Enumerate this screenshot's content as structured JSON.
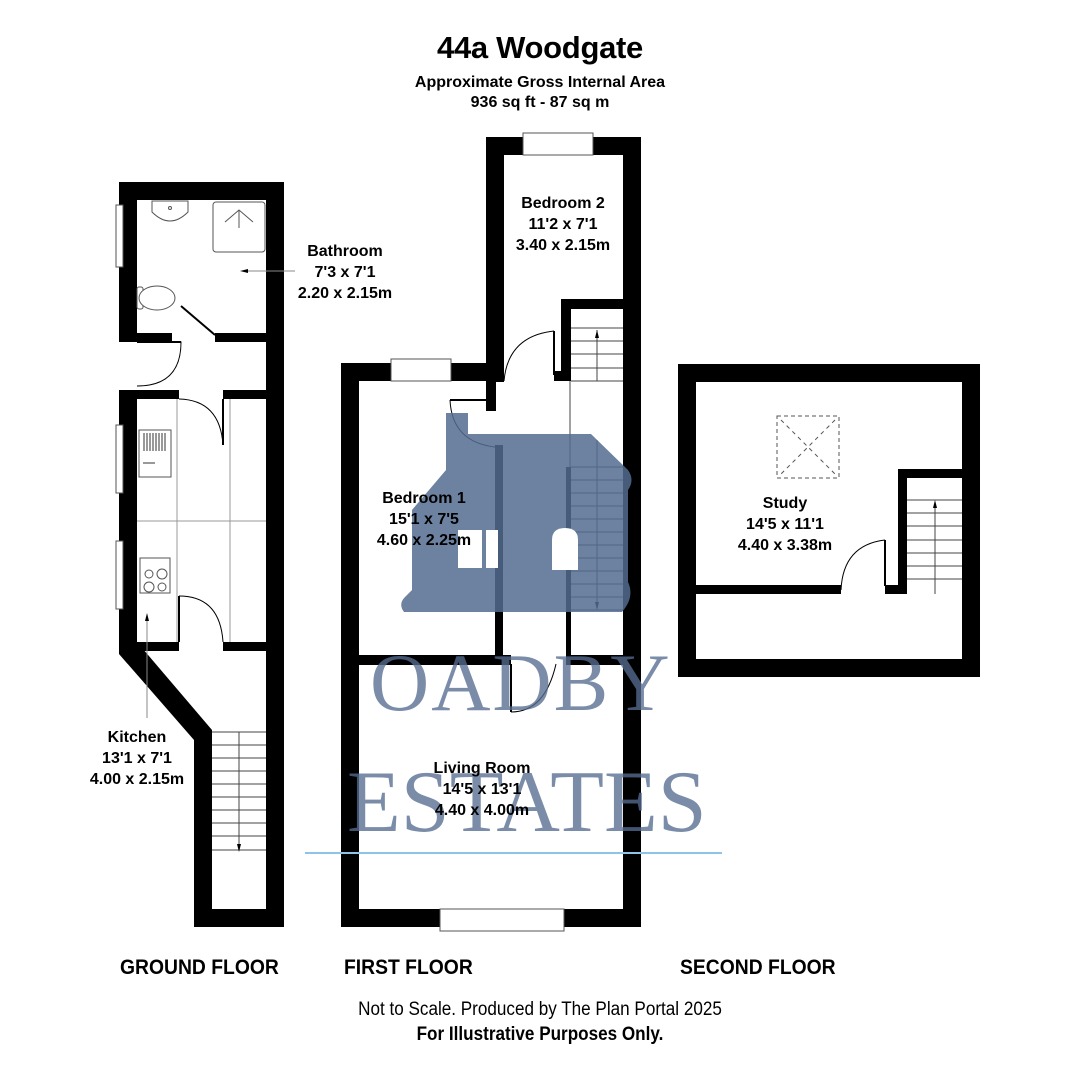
{
  "header": {
    "title": "44a Woodgate",
    "subtitle": "Approximate Gross Internal Area",
    "area": "936 sq ft - 87 sq m"
  },
  "rooms": {
    "bathroom": {
      "name": "Bathroom",
      "imperial": "7'3 x 7'1",
      "metric": "2.20 x 2.15m"
    },
    "kitchen": {
      "name": "Kitchen",
      "imperial": "13'1 x 7'1",
      "metric": "4.00 x 2.15m"
    },
    "bedroom2": {
      "name": "Bedroom 2",
      "imperial": "11'2 x 7'1",
      "metric": "3.40 x 2.15m"
    },
    "bedroom1": {
      "name": "Bedroom 1",
      "imperial": "15'1 x 7'5",
      "metric": "4.60 x 2.25m"
    },
    "living": {
      "name": "Living Room",
      "imperial": "14'5 x 13'1",
      "metric": "4.40 x 4.00m"
    },
    "study": {
      "name": "Study",
      "imperial": "14'5 x 11'1",
      "metric": "4.40 x 3.38m"
    }
  },
  "floors": {
    "ground": "GROUND FLOOR",
    "first": "FIRST FLOOR",
    "second": "SECOND FLOOR"
  },
  "watermark": {
    "line1": "OADBY",
    "line2": "ESTATES",
    "color": "#546c8f",
    "rule_color": "#8ec3ea"
  },
  "footer": {
    "line1": "Not to Scale. Produced by The Plan Portal 2025",
    "line2": "For Illustrative Purposes Only."
  },
  "colors": {
    "wall": "#000000",
    "background": "#ffffff"
  }
}
